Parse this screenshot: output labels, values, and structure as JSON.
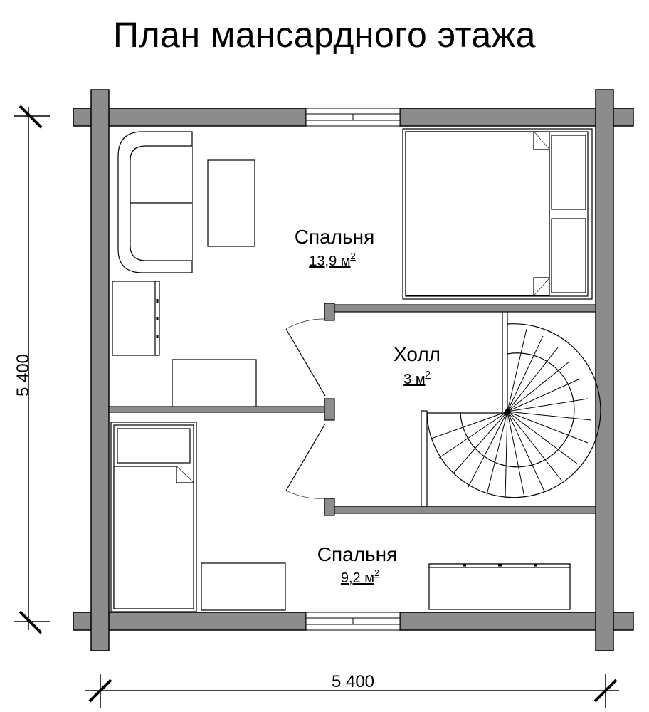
{
  "title": "План мансардного этажа",
  "rooms": {
    "bedroom_large": {
      "name": "Спальня",
      "area": "13,9 м",
      "area_sup": "2"
    },
    "hall": {
      "name": "Холл",
      "area": "3 м",
      "area_sup": "2"
    },
    "bedroom_small": {
      "name": "Спальня",
      "area": "9,2 м",
      "area_sup": "2"
    }
  },
  "dimensions": {
    "width": "5 400",
    "height": "5 400"
  },
  "colors": {
    "wall": "#8c8c8c",
    "line": "#000000",
    "background": "#ffffff"
  }
}
